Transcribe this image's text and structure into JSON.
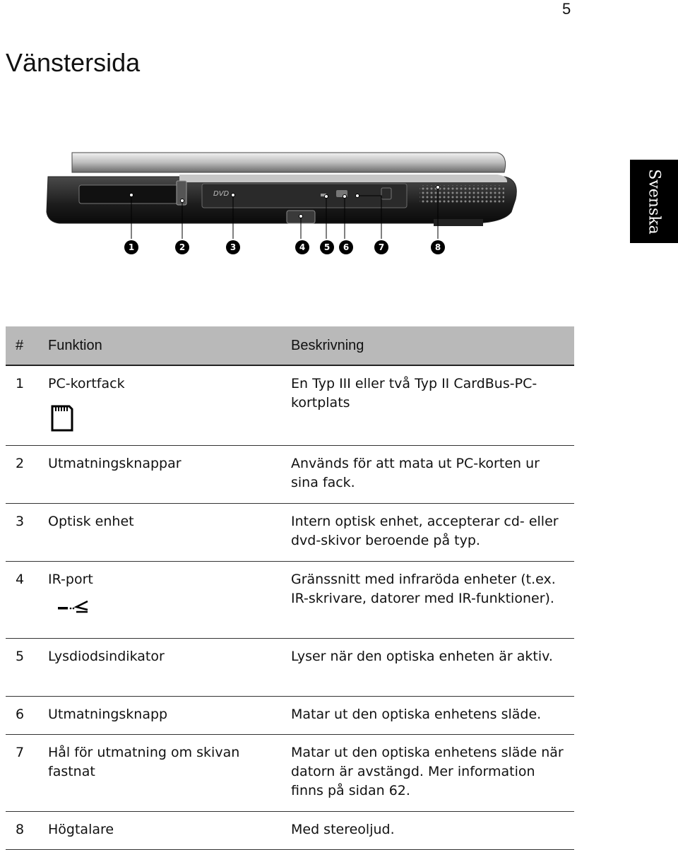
{
  "page_number": "5",
  "heading": "Vänstersida",
  "side_tab": "Svenska",
  "figure": {
    "callouts": [
      "1",
      "2",
      "3",
      "4",
      "5",
      "6",
      "7",
      "8"
    ],
    "dvd_logo": "DVD"
  },
  "table": {
    "headers": {
      "num": "#",
      "function": "Funktion",
      "description": "Beskrivning"
    },
    "rows": [
      {
        "num": "1",
        "function": "PC-kortfack",
        "description": "En Typ III eller två Typ II CardBus-PC-kortplats",
        "icon": "pc-card-icon"
      },
      {
        "num": "2",
        "function": "Utmatningsknappar",
        "description": "Används för att mata ut PC-korten ur sina fack."
      },
      {
        "num": "3",
        "function": "Optisk enhet",
        "description": "Intern optisk enhet, accepterar cd- eller dvd-skivor beroende på typ."
      },
      {
        "num": "4",
        "function": "IR-port",
        "description": "Gränssnitt med infraröda enheter (t.ex. IR-skrivare, datorer med IR-funktioner).",
        "icon": "infrared-icon"
      },
      {
        "num": "5",
        "function": "Lysdiodsindikator",
        "description": "Lyser när den optiska enheten är aktiv."
      },
      {
        "num": "6",
        "function": "Utmatningsknapp",
        "description": "Matar ut den optiska enhetens släde."
      },
      {
        "num": "7",
        "function": "Hål för utmatning om skivan fastnat",
        "description": "Matar ut den optiska enhetens släde när datorn är avstängd. Mer information finns på sidan 62."
      },
      {
        "num": "8",
        "function": "Högtalare",
        "description": "Med stereoljud."
      }
    ]
  }
}
